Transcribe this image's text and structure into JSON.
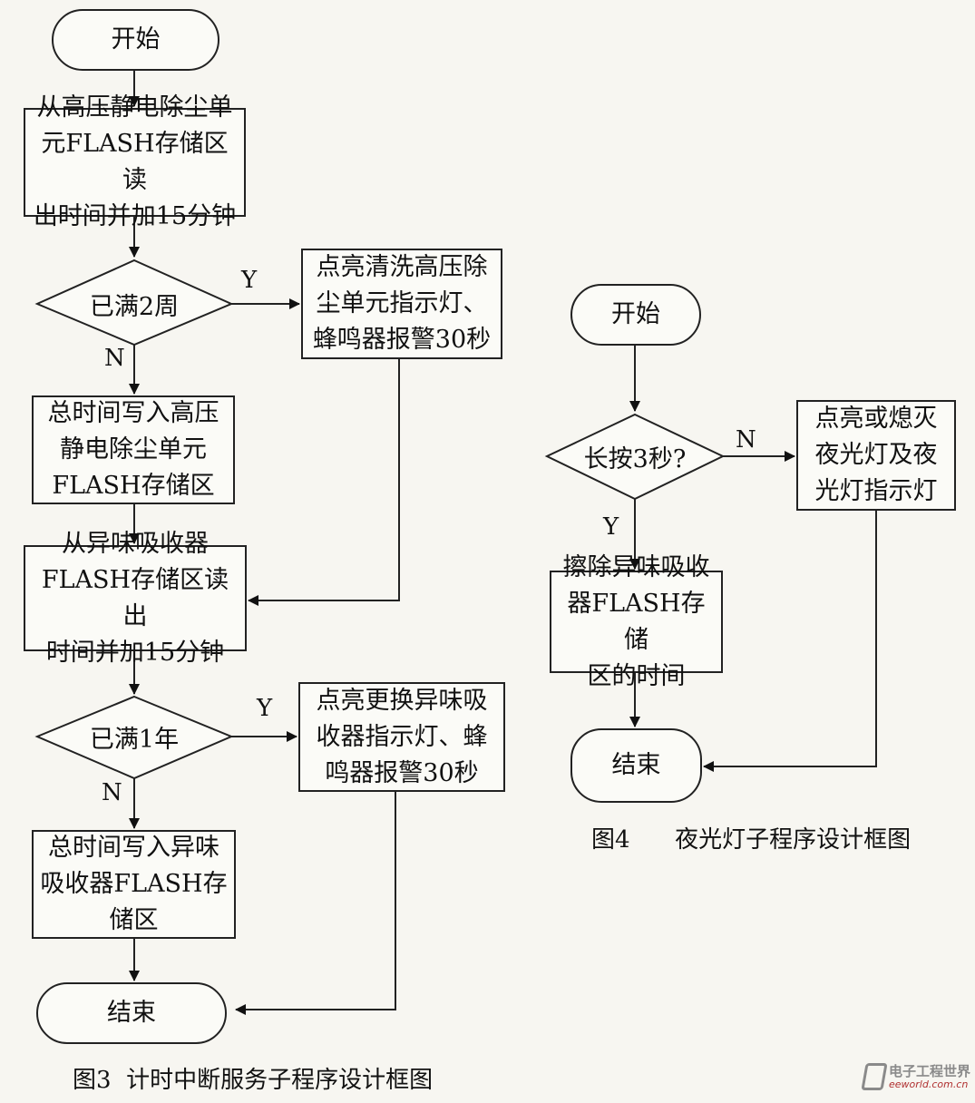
{
  "fig3": {
    "start": "开始",
    "read_hv": [
      "从高压静电除尘单",
      "元FLASH存储区读",
      "出时间并加15分钟"
    ],
    "decision_2weeks": "已满2周",
    "alarm_hv": [
      "点亮清洗高压除",
      "尘单元指示灯、",
      "蜂鸣器报警30秒"
    ],
    "write_hv": [
      "总时间写入高压",
      "静电除尘单元",
      "FLASH存储区"
    ],
    "read_odor": [
      "从异味吸收器",
      "FLASH存储区读出",
      "时间并加15分钟"
    ],
    "decision_1year": "已满1年",
    "alarm_odor": [
      "点亮更换异味吸",
      "收器指示灯、蜂",
      "鸣器报警30秒"
    ],
    "write_odor": [
      "总时间写入异味",
      "吸收器FLASH存",
      "储区"
    ],
    "end": "结束",
    "yes": "Y",
    "no": "N",
    "caption": "图3  计时中断服务子程序设计框图"
  },
  "fig4": {
    "start": "开始",
    "decision_longpress": "长按3秒?",
    "toggle_light": [
      "点亮或熄灭",
      "夜光灯及夜",
      "光灯指示灯"
    ],
    "erase_time": [
      "擦除异味吸收",
      "器FLASH存储",
      "区的时间"
    ],
    "end": "结束",
    "yes": "Y",
    "no": "N",
    "caption": "图4      夜光灯子程序设计框图"
  },
  "watermark": {
    "brand": "电子工程世界",
    "site": "eeworld.com.cn"
  }
}
